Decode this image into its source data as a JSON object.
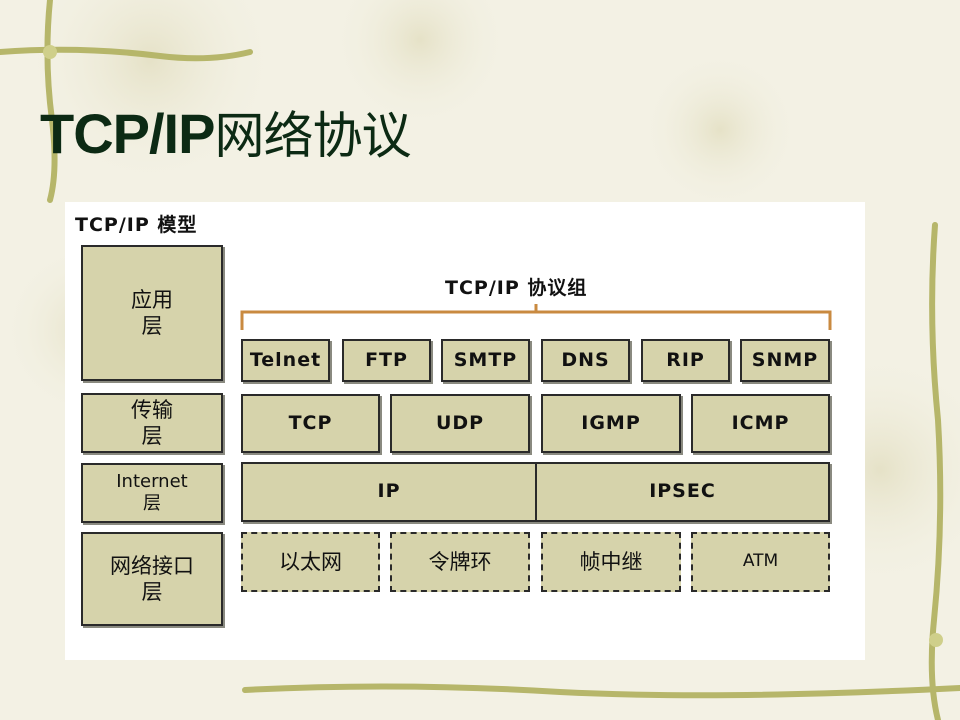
{
  "slide": {
    "title_latin": "TCP/IP",
    "title_cn": "网络协议"
  },
  "model": {
    "title": "TCP/IP 模型",
    "layers": [
      {
        "line1": "应用",
        "line2": "层"
      },
      {
        "line1": "传输",
        "line2": "层"
      },
      {
        "line1": "Internet",
        "line2": "层"
      },
      {
        "line1": "网络接口",
        "line2": "层"
      }
    ]
  },
  "suite": {
    "title": "TCP/IP 协议组",
    "application": [
      "Telnet",
      "FTP",
      "SMTP",
      "DNS",
      "RIP",
      "SNMP"
    ],
    "transport": [
      "TCP",
      "UDP",
      "IGMP",
      "ICMP"
    ],
    "internet": [
      "IP",
      "IPSEC"
    ],
    "network_interface": [
      "以太网",
      "令牌环",
      "帧中继",
      "ATM"
    ]
  },
  "colors": {
    "box_fill": "#d6d3ab",
    "title_text": "#0c2a14",
    "bracket": "#c98a40"
  }
}
